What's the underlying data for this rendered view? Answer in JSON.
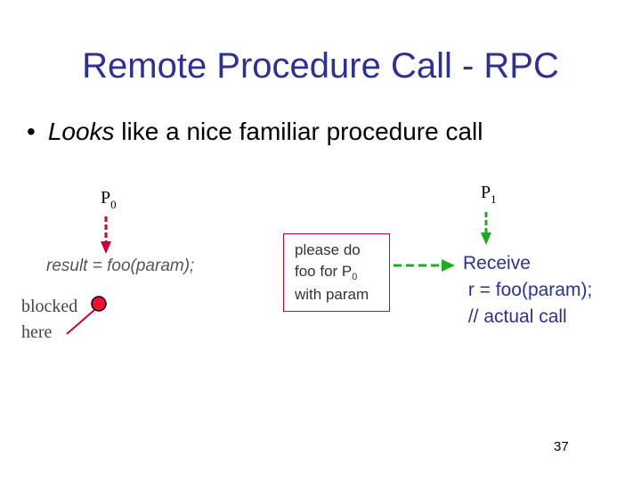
{
  "title": "Remote Procedure Call - RPC",
  "bullet": {
    "emphasis": "Looks",
    "rest": " like a nice familiar procedure call"
  },
  "p0": {
    "label": "P",
    "sub": "0"
  },
  "p1": {
    "label": "P",
    "sub": "1"
  },
  "caller": {
    "statement": "result = foo(param);"
  },
  "blocked": {
    "line1": "blocked",
    "line2": "here"
  },
  "message": {
    "line1": "please do",
    "line2_prefix": "foo for P",
    "line2_sub": "0",
    "line3": "with param"
  },
  "callee": {
    "line1": "Receive",
    "line2": " r = foo(param);",
    "line3": " // actual call"
  },
  "page_number": "37",
  "colors": {
    "title": "#2e3192",
    "arrow": "#cc0033",
    "message_arrow": "#22aa22",
    "blocked_dot": "#ee1133"
  }
}
